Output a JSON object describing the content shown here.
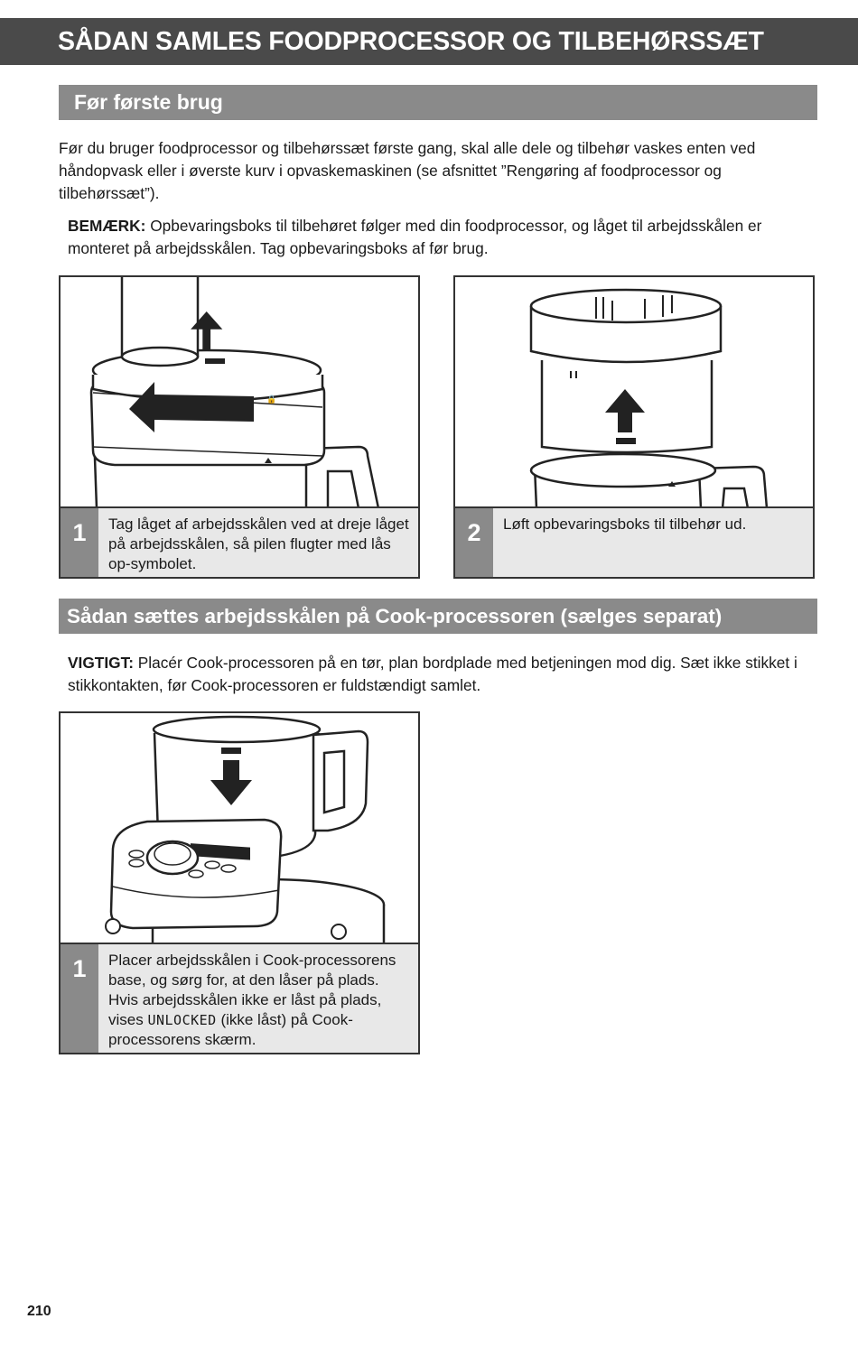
{
  "header": {
    "title": "SÅDAN SAMLES FOODPROCESSOR OG TILBEHØRSSÆT"
  },
  "section1": {
    "heading": "Før første brug",
    "intro": "Før du bruger foodprocessor og tilbehørssæt første gang, skal alle dele og tilbehør vaskes enten ved håndopvask eller i øverste kurv i opvaskemaskinen (se afsnittet ”Rengøring af foodprocessor og tilbehørssæt”).",
    "note_label": "BEMÆRK:",
    "note_text": " Opbevaringsboks til tilbehøret følger med din foodprocessor, og låget til arbejdsskålen er monteret på arbejdsskålen. Tag opbevaringsboks af før brug.",
    "steps": [
      {
        "number": "1",
        "text": "Tag låget af arbejdsskålen ved at dreje låget på arbejdsskålen, så pilen flugter med lås op-symbolet."
      },
      {
        "number": "2",
        "text": "Løft opbevaringsboks til tilbehør ud."
      }
    ]
  },
  "section2": {
    "heading": "Sådan sættes arbejdsskålen på Cook-processoren (sælges separat)",
    "important_label": "VIGTIGT:",
    "important_text": " Placér Cook-processoren på en tør, plan bordplade med betjeningen mod dig. Sæt ikke stikket i stikkontakten, før Cook-processoren er fuldstændigt samlet.",
    "steps": [
      {
        "number": "1",
        "text_before": "Placer arbejdsskålen i Cook-processorens base, og sørg for, at den låser på plads. Hvis arbejdsskålen ikke er låst på plads, vises ",
        "display_word": "UNLOCKED",
        "text_after": " (ikke låst) på Cook-processorens skærm."
      }
    ]
  },
  "footer": {
    "page_number": "210"
  },
  "colors": {
    "title_bar": "#4a4a4a",
    "section_bar": "#8a8a8a",
    "caption_bg": "#e8e8e8"
  }
}
